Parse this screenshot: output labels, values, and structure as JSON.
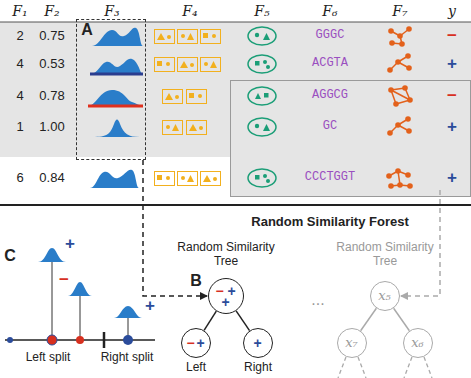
{
  "diagram": {
    "nodes": [
      {
        "text": [
          "A"
        ]
      },
      {
        "text": [
          "−",
          "+",
          "+"
        ]
      },
      {
        "text": [
          "−",
          "+"
        ]
      },
      {
        "text": [
          "+"
        ]
      },
      {
        "text": [
          "x₅"
        ]
      },
      {
        "text": [
          "x₇"
        ]
      },
      {
        "text": [
          "x₆"
        ]
      }
    ],
    "edges": [
      {
        "from": 0,
        "to": 1,
        "arrow": "to"
      },
      {
        "from": 1,
        "to": 2,
        "arrow": "none"
      },
      {
        "from": 1,
        "to": 3,
        "arrow": "none"
      },
      {
        "from": 4,
        "to": 5,
        "arrow": "none"
      },
      {
        "from": 4,
        "to": 6,
        "arrow": "none"
      }
    ],
    "labels": [
      "F₁",
      "F₂",
      "F₃",
      "F₄",
      "F₅",
      "F₆",
      "F₇",
      "y",
      "2",
      "0.75",
      "GGGC",
      "−",
      "4",
      "0.53",
      "ACGTA",
      "+",
      "4",
      "0.78",
      "AGGCG",
      "−",
      "1",
      "1.00",
      "GC",
      "+",
      "6",
      "0.84",
      "CCCTGGT",
      "+",
      "Random Similarity Forest",
      "Random Similarity Tree",
      "Random Similarity Tree",
      "B",
      "Left",
      "Right",
      "...",
      "C",
      "+",
      "−",
      "+",
      "Left split",
      "Right split"
    ]
  }
}
